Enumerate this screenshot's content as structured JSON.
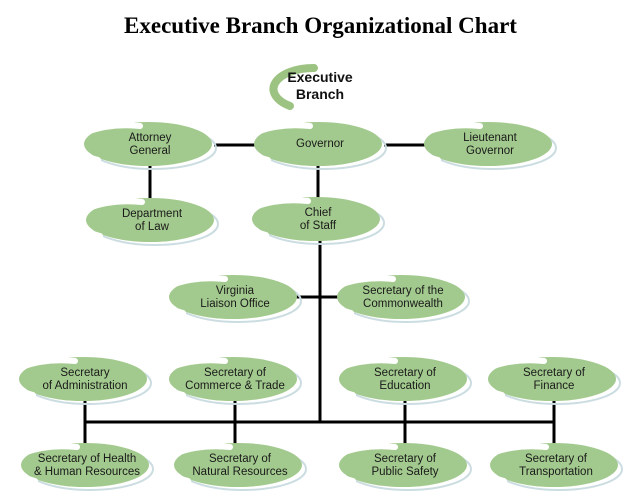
{
  "title": "Executive Branch Organizational Chart",
  "colors": {
    "ellipse_green": "#a3ca8e",
    "shadow_outline": "#ccdde2",
    "connector_black": "#000000",
    "text_dark": "#1a1a1a",
    "root_crescent_green": "#9dc383",
    "background": "#ffffff"
  },
  "root": {
    "id": "executive-branch",
    "lines": [
      "Executive",
      "Branch"
    ]
  },
  "nodes": [
    {
      "id": "attorney-general",
      "lines": [
        "Attorney",
        "General"
      ]
    },
    {
      "id": "governor",
      "lines": [
        "Governor"
      ]
    },
    {
      "id": "lieutenant-governor",
      "lines": [
        "Lieutenant",
        "Governor"
      ]
    },
    {
      "id": "department-of-law",
      "lines": [
        "Department",
        "of Law"
      ]
    },
    {
      "id": "chief-of-staff",
      "lines": [
        "Chief",
        "of Staff"
      ]
    },
    {
      "id": "virginia-liaison-office",
      "lines": [
        "Virginia",
        "Liaison Office"
      ]
    },
    {
      "id": "secretary-of-the-commonwealth",
      "lines": [
        "Secretary of the",
        "Commonwealth"
      ]
    },
    {
      "id": "secretary-of-administration",
      "lines": [
        "Secretary",
        "of Administration"
      ]
    },
    {
      "id": "secretary-of-commerce-trade",
      "lines": [
        "Secretary of",
        "Commerce & Trade"
      ]
    },
    {
      "id": "secretary-of-education",
      "lines": [
        "Secretary of",
        "Education"
      ]
    },
    {
      "id": "secretary-of-finance",
      "lines": [
        "Secretary of",
        "Finance"
      ]
    },
    {
      "id": "secretary-of-health-human-resources",
      "lines": [
        "Secretary of Health",
        "& Human Resources"
      ]
    },
    {
      "id": "secretary-of-natural-resources",
      "lines": [
        "Secretary of",
        "Natural Resources"
      ]
    },
    {
      "id": "secretary-of-public-safety",
      "lines": [
        "Secretary of",
        "Public Safety"
      ]
    },
    {
      "id": "secretary-of-transportation",
      "lines": [
        "Secretary of",
        "Transportation"
      ]
    }
  ],
  "edges": [
    {
      "from": "governor",
      "to": "attorney-general"
    },
    {
      "from": "governor",
      "to": "lieutenant-governor"
    },
    {
      "from": "attorney-general",
      "to": "department-of-law"
    },
    {
      "from": "governor",
      "to": "chief-of-staff"
    },
    {
      "from": "chief-of-staff",
      "to": "virginia-liaison-office"
    },
    {
      "from": "chief-of-staff",
      "to": "secretary-of-the-commonwealth"
    },
    {
      "from": "chief-of-staff",
      "to": "secretary-of-administration"
    },
    {
      "from": "chief-of-staff",
      "to": "secretary-of-commerce-trade"
    },
    {
      "from": "chief-of-staff",
      "to": "secretary-of-education"
    },
    {
      "from": "chief-of-staff",
      "to": "secretary-of-finance"
    },
    {
      "from": "chief-of-staff",
      "to": "secretary-of-health-human-resources"
    },
    {
      "from": "chief-of-staff",
      "to": "secretary-of-natural-resources"
    },
    {
      "from": "chief-of-staff",
      "to": "secretary-of-public-safety"
    },
    {
      "from": "chief-of-staff",
      "to": "secretary-of-transportation"
    }
  ]
}
